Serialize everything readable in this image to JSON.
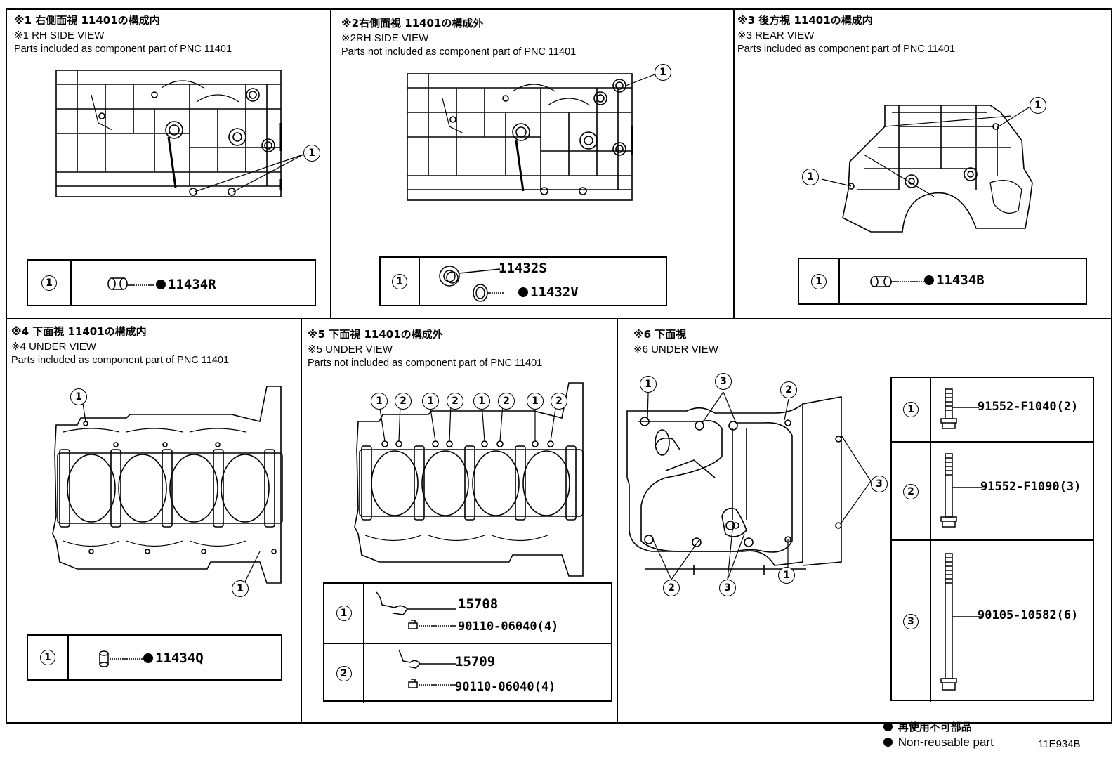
{
  "panels": [
    {
      "jp": "※1 右側面視 11401の構成内",
      "en": "※1 RH SIDE VIEW",
      "sub": "Parts included as component part of PNC 11401"
    },
    {
      "jp": "※2右側面視 11401の構成外",
      "en": "※2RH SIDE VIEW",
      "sub": "Parts not included as component part of PNC 11401"
    },
    {
      "jp": "※3 後方視 11401の構成内",
      "en": "※3 REAR VIEW",
      "sub": "Parts included as component part of PNC 11401"
    },
    {
      "jp": "※4 下面視 11401の構成内",
      "en": "※4 UNDER VIEW",
      "sub": "Parts included as component part of PNC 11401"
    },
    {
      "jp": "※5 下面視 11401の構成外",
      "en": "※5 UNDER VIEW",
      "sub": "Parts not included as component part of PNC 11401"
    },
    {
      "jp": "※6 下面視",
      "en": "※6 UNDER VIEW",
      "sub": ""
    }
  ],
  "callouts": {
    "one": "1",
    "two": "2",
    "three": "3"
  },
  "parts": {
    "p1_part": "11434R",
    "p2_part_a": "11432S",
    "p2_part_b": "11432V",
    "p3_part": "11434B",
    "p4_part": "11434Q",
    "p5_row1_a": "15708",
    "p5_row1_b": "90110-06040(4)",
    "p5_row2_a": "15709",
    "p5_row2_b": "90110-06040(4)",
    "p6_row1": "91552-F1040(2)",
    "p6_row2": "91552-F1090(3)",
    "p6_row3": "90105-10582(6)"
  },
  "footer": {
    "legend_jp": "再使用不可部品",
    "legend_en": "Non-reusable part",
    "figure_code": "11E934B"
  }
}
